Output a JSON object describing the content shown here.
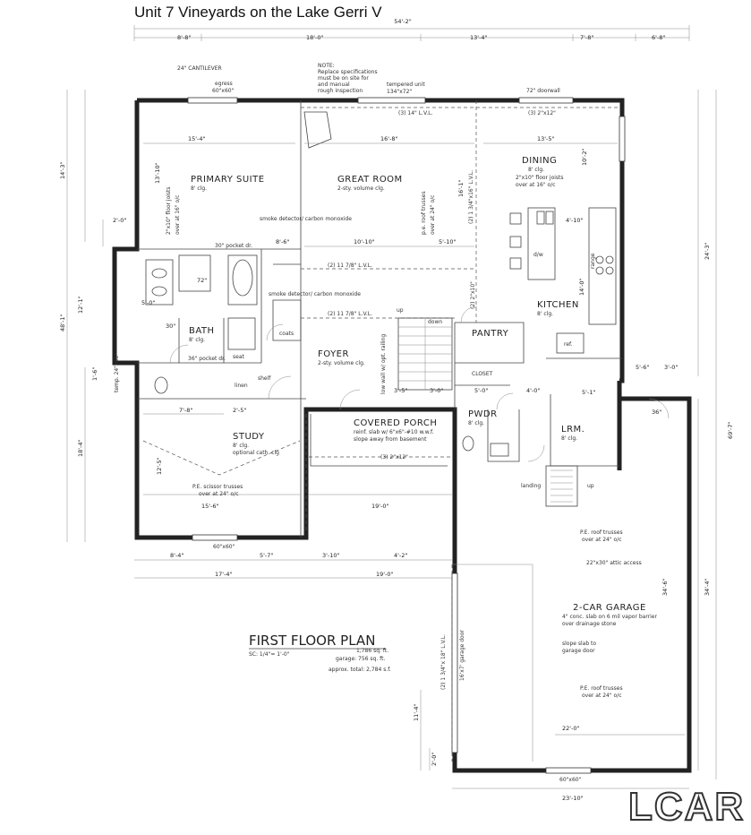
{
  "title": "Unit 7 Vineyards on the Lake Gerri V",
  "watermark": "LCAR",
  "plan": {
    "heading": "FIRST FLOOR PLAN",
    "scale": "SC: 1/4\"= 1'-0\"",
    "areas": [
      "1,786 sq. ft.",
      "garage: 756 sq. ft.",
      "approx. total: 2,784 s.f."
    ],
    "note": [
      "NOTE:",
      "Replace specifications",
      "must be on site for",
      "and manual",
      "rough inspection"
    ],
    "rooms": {
      "primary_suite": {
        "name": "PRIMARY SUITE",
        "sub": "8' clg."
      },
      "great_room": {
        "name": "GREAT ROOM",
        "sub": "2-sty. volume clg."
      },
      "dining": {
        "name": "DINING",
        "sub": "8' clg."
      },
      "kitchen": {
        "name": "KITCHEN",
        "sub": "8' clg."
      },
      "bath": {
        "name": "BATH",
        "sub": "8' clg."
      },
      "foyer": {
        "name": "FOYER",
        "sub": "2-sty. volume clg."
      },
      "pantry": {
        "name": "PANTRY",
        "sub": ""
      },
      "covered_porch": {
        "name": "COVERED PORCH",
        "sub": "reinf. slab w/ 6\"x6\"-#10 w.w.f.",
        "sub2": "slope away from basement"
      },
      "pwdr": {
        "name": "PWDR",
        "sub": "8' clg."
      },
      "lrm": {
        "name": "LRM.",
        "sub": "8' clg."
      },
      "study": {
        "name": "STUDY",
        "sub": "8' clg.",
        "sub2": "optional cath. clg"
      },
      "garage": {
        "name": "2-CAR GARAGE",
        "sub": "4\" conc. slab on 6 mil vapor barrier",
        "sub2": "over drainage stone",
        "sub3": "slope slab to",
        "sub4": "garage door"
      }
    },
    "labels": {
      "cantilever": "24\" CANTILEVER",
      "egress": "egress",
      "egress_size": "60\"x60\"",
      "tempered": "tempered unit",
      "tempered_size": "134\"x72\"",
      "doorwall": "72\" doorwall",
      "lvl_top": "(3) 14\" L.V.L.",
      "header_dining": "(3) 2\"x12\"",
      "floor_joists_ps": "2\"x10\" floor joists",
      "joists_oc": "over at 16\" o/c",
      "pe_roof_trusses": "p.e. roof trusses",
      "over_24": "over at 24\" o/c",
      "lvl_117_a": "(2) 11 7/8\" L.V.L.",
      "lvl_117_b": "(2) 11 7/8\" L.V.L.",
      "smoke": "smoke detector/ carbon monoxide",
      "pocket_30": "30\" pocket dr.",
      "pocket_36": "36\" pocket dr.",
      "seat": "seat",
      "linen": "linen",
      "shelf": "shelf",
      "coats": "coats",
      "closet": "CLOSET",
      "up": "up",
      "down": "down",
      "landing": "landing",
      "ref": "ref.",
      "dw": "d/w",
      "range": "range",
      "pe_scissor": "P.E. scissor trusses",
      "pe_roof_g1": "P.E. roof trusses",
      "pe_roof_g2": "P.E. roof trusses",
      "attic": "22\"x30\" attic access",
      "window_study": "60\"x60\"",
      "garage_door": "16'x7' garage door",
      "garage_window": "60\"x60\"",
      "lvl_garage": "(2) 1 3/4\"x 18\" L.V.L.",
      "porch_header": "(3) 2\"x12\"",
      "low_wall": "low wall w/ opt. railing",
      "lvl_dining": "(2) 1 3/4\"x16\" L.V.L.",
      "header_2x10": "(2) 2\"x10\"",
      "tempered_small": "temp. 24\"x36\""
    },
    "dims": {
      "overall_top": "54'-2\"",
      "top_segments": [
        "8'-8\"",
        "18'-0\"",
        "13'-4\"",
        "7'-8\"",
        "6'-8\""
      ],
      "suite_width": "15'-4\"",
      "great_width": "16'-8\"",
      "dining_width": "13'-5\"",
      "suite_depth": "13'-10\"",
      "left_14": "14'-3\"",
      "left_2": "2'-0\"",
      "left_12": "12'-1\"",
      "left_48": "48'-1\"",
      "left_18": "18'-4\"",
      "left_1": "1'-6\"",
      "study_depth": "12'-5\"",
      "study_w": "15'-6\"",
      "study_a": "7'-8\"",
      "study_b": "2'-5\"",
      "mid_10": "10'-10\"",
      "mid_510": "5'-10\"",
      "mid_86": "8'-6\"",
      "dining_depth": "10'-2\"",
      "great_depth": "16'-1\"",
      "right_24": "24'-3\"",
      "right_69": "69'-7\"",
      "right_34": "34'-4\"",
      "garage_34": "34'-6\"",
      "garage_22": "22'-0\"",
      "garage_23": "23'-10\"",
      "bottom_8": "8'-4\"",
      "bottom_5": "5'-7\"",
      "bottom_3": "3'-10\"",
      "bottom_4": "4'-2\"",
      "bottom_19": "19'-0\"",
      "bottom_17": "17'-4\"",
      "bottom_19b": "19'-0\"",
      "porch_19": "19'-0\"",
      "foyer_35": "3'-5\"",
      "foyer_30": "3'-0\"",
      "pantry_50": "5'-0\"",
      "pantry_40": "4'-0\"",
      "kitchen_140": "14'-0\"",
      "kitchen_410": "4'-10\"",
      "lrm_51": "5'-1\"",
      "lrm_56": "5'-6\"",
      "lrm_30": "3'-0\"",
      "lrm_36": "36\"",
      "bath_50": "5'-0\"",
      "bath_30": "30\"",
      "bath_72": "72\"",
      "garage_114": "11'-4\"",
      "garage_20": "2'-0\""
    }
  }
}
